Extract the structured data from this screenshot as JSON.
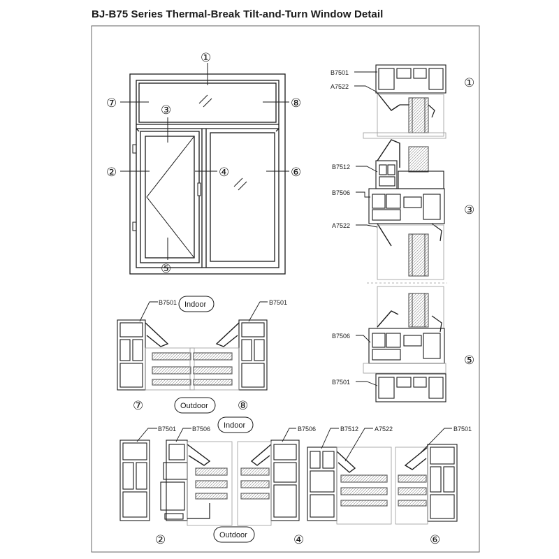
{
  "title": "BJ-B75 Series Thermal-Break Tilt-and-Turn Window Detail",
  "elevation_numbers": [
    "①",
    "②",
    "③",
    "④",
    "⑤",
    "⑥",
    "⑦",
    "⑧"
  ],
  "profiles": {
    "B7501": "B7501",
    "B7506": "B7506",
    "B7512": "B7512",
    "A7522": "A7522"
  },
  "side_labels": {
    "indoor": "Indoor",
    "outdoor": "Outdoor"
  },
  "colors": {
    "line": "#1a1a1a",
    "shade": "#555555",
    "glass": "#cfcfcf",
    "border": "#666666"
  }
}
